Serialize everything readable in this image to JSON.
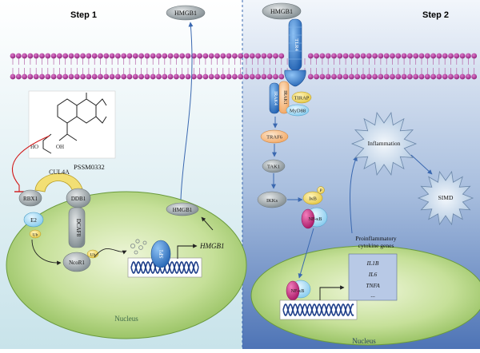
{
  "steps": {
    "step1": "Step 1",
    "step2": "Step 2"
  },
  "compound": {
    "name": "PSSM0332",
    "oh1": "HO",
    "oh2": "OH"
  },
  "left": {
    "hmgb1_top": "HMGB1",
    "hmgb1_nucleus": "HMGB1",
    "hmgb1_gene": "HMGB1",
    "cul4a": "CUL4A",
    "rbx1": "RBX1",
    "ddb1": "DDB1",
    "e2": "E2",
    "dcaf8": "DCAF8",
    "ncor1": "NcoR1",
    "ub": "Ub",
    "sp1": "SP1",
    "nucleus": "Nucleus"
  },
  "right": {
    "hmgb1": "HMGB1",
    "tlr4": "TLR4",
    "irak1": "IRAK1",
    "irak4": "IRAK4",
    "tirap": "TIRAP",
    "myd88": "MyD88",
    "traf6": "TRAF6",
    "tak1": "TAK1",
    "ikks": "IKKs",
    "ikb": "IκB",
    "p": "P",
    "nfkb": "NF-κB",
    "nfkb_nucleus": "NF-κB",
    "inflammation": "Inflammation",
    "simd": "SIMD",
    "cytokine_line1": "Proinflammatory",
    "cytokine_line2": "cytokine genes",
    "genes": [
      "IL1B",
      "IL6",
      "TNFA",
      "..."
    ],
    "nucleus": "Nucleus"
  },
  "colors": {
    "background_left": "#d7ecef",
    "background_right": "#6f90c2",
    "nucleus_fill": "#b7d77e",
    "membrane_head": "#a7288f",
    "tlr4": "#3a7ed0",
    "cul4a": "#f2df74",
    "grey_protein": "#9aa3a7",
    "e2": "#9ed4ee",
    "ub": "#d9bb2c",
    "traf6": "#f8c58f",
    "nfkb": "#d93692",
    "cell_arrow": "#3a68b0"
  }
}
